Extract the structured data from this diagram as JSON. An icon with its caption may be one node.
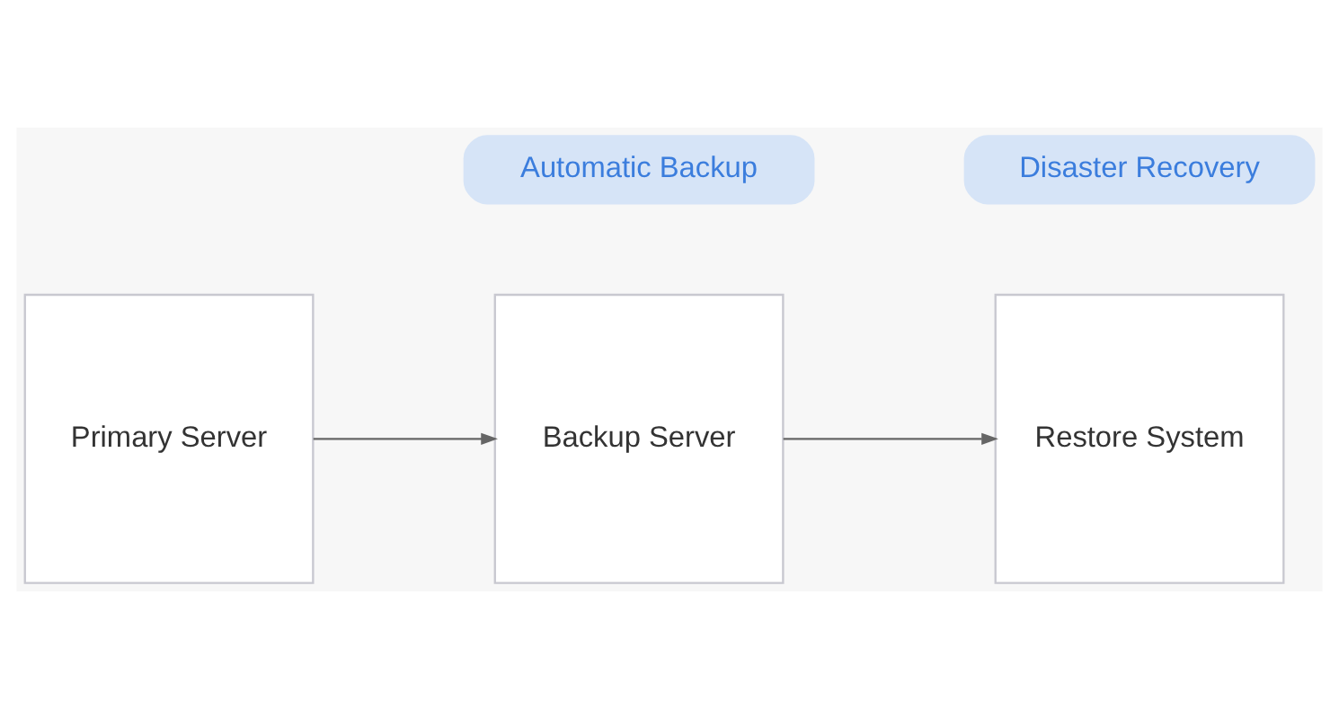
{
  "diagram": {
    "nodes": [
      {
        "text": [
          "Primary Server"
        ]
      },
      {
        "text": [
          "Backup Server"
        ]
      },
      {
        "text": [
          "Restore System"
        ]
      },
      {
        "text": [
          "Automatic Backup"
        ]
      },
      {
        "text": [
          "Disaster Recovery"
        ]
      }
    ],
    "edges": [
      {
        "from": 0,
        "to": 1,
        "arrow": "to"
      },
      {
        "from": 1,
        "to": 2,
        "arrow": "to"
      }
    ]
  }
}
